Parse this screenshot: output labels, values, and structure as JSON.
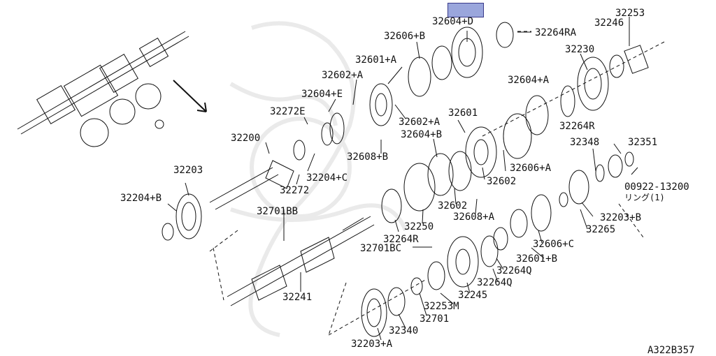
{
  "highlight_color": "#9aa6dc",
  "diagram_id": "A322B357",
  "callouts": {
    "p32604_d": "32604+D",
    "p32253": "32253",
    "p32606_b": "32606+B",
    "p32264ra": "32264RA",
    "p32246": "32246",
    "p32601_a": "32601+A",
    "p32230": "32230",
    "p32602_a_top": "32602+A",
    "p32604_e": "32604+E",
    "p32604_a": "32604+A",
    "p32272e": "32272E",
    "p32602_a_mid": "32602+A",
    "p32601": "32601",
    "p32264r_right": "32264R",
    "p32200": "32200",
    "p32604_b": "32604+B",
    "p32608_b": "32608+B",
    "p32348": "32348",
    "p32351": "32351",
    "p32606_a": "32606+A",
    "p32203": "32203",
    "p32204_c": "32204+C",
    "p32602_right": "32602",
    "p00922": "00922-13200",
    "ring_note": "リング(1)",
    "p32272": "32272",
    "p32204_b": "32204+B",
    "p32602_mid": "32602",
    "p32203_b": "32203+B",
    "p32701bb": "32701BB",
    "p32608_a": "32608+A",
    "p32265": "32265",
    "p32250": "32250",
    "p32264r_lower": "32264R",
    "p32606_c": "32606+C",
    "p32701bc": "32701BC",
    "p32601_b": "32601+B",
    "p32264q_1": "32264Q",
    "p32264q_2": "32264Q",
    "p32241": "32241",
    "p32245": "32245",
    "p32253m": "32253M",
    "p32701": "32701",
    "p32340": "32340",
    "p32203_a": "32203+A"
  }
}
